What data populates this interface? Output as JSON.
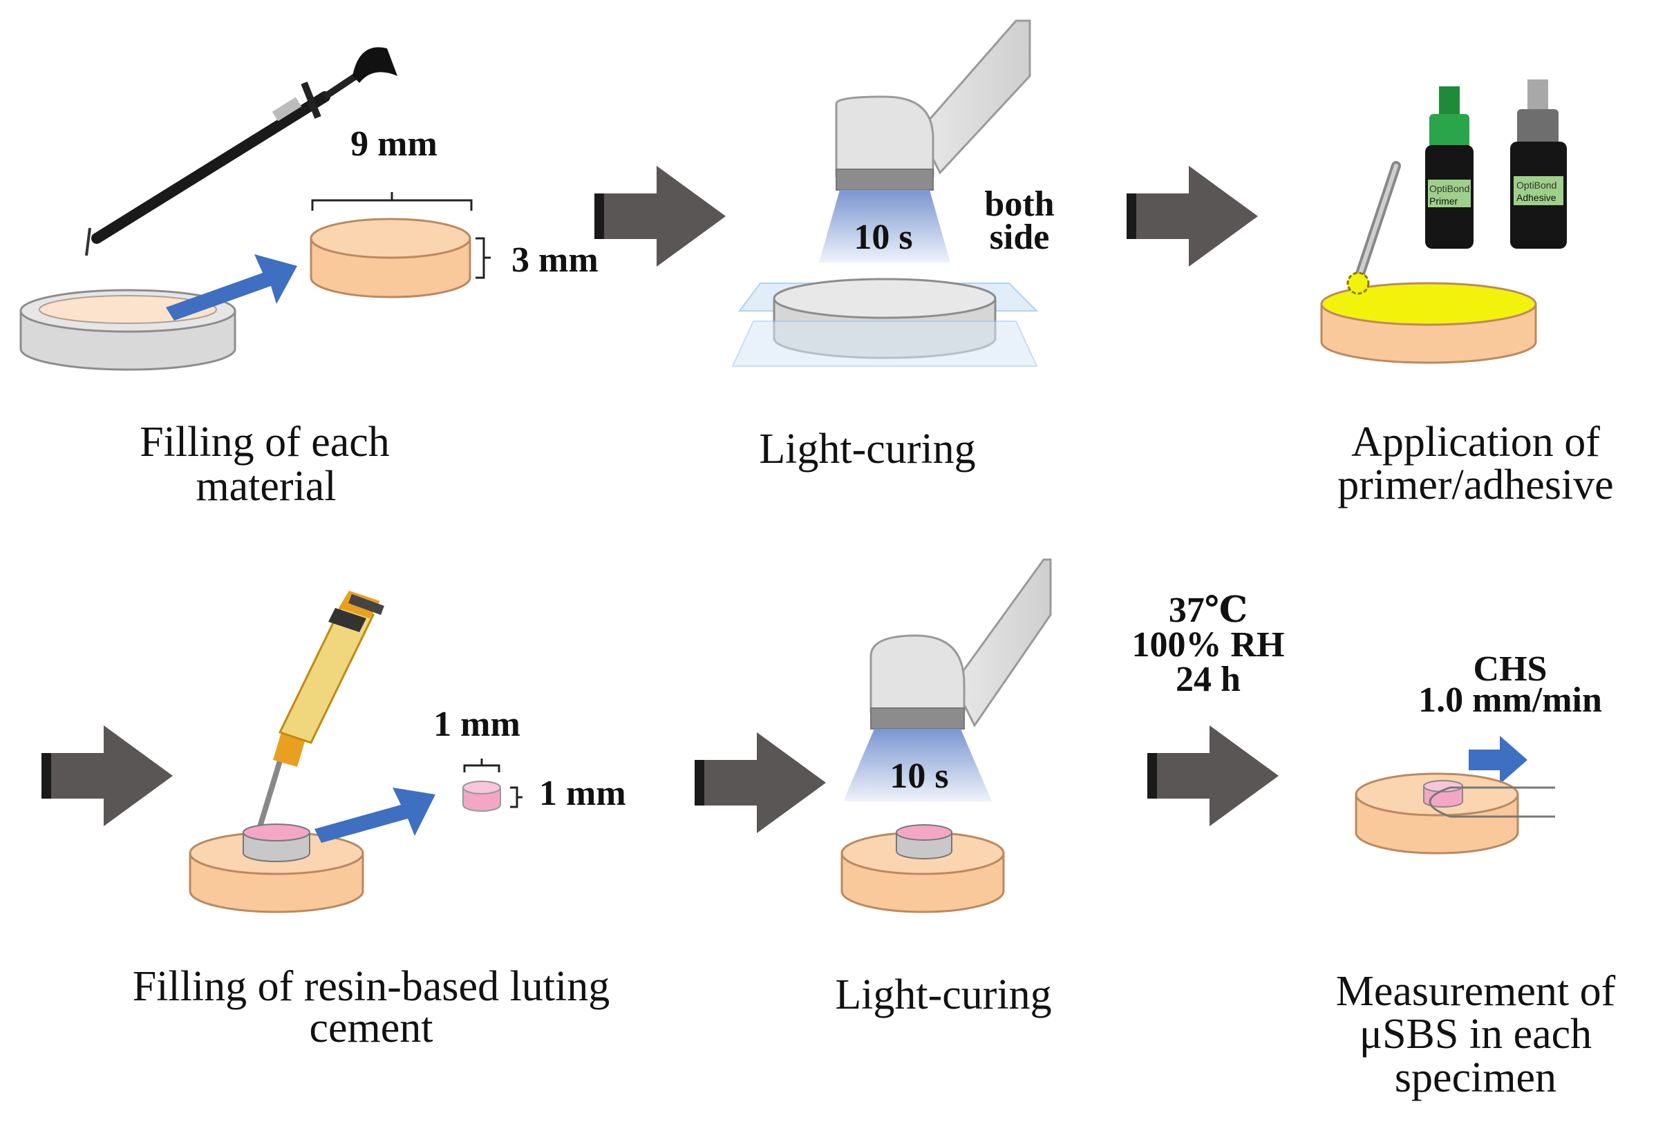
{
  "panels": {
    "filling": {
      "caption_line1": "Filling of each",
      "caption_line2": "material",
      "dim_width": "9 mm",
      "dim_height": "3 mm"
    },
    "light_curing_1": {
      "caption": "Light-curing",
      "time": "10 s",
      "note_line1": "both",
      "note_line2": "side"
    },
    "application": {
      "caption_line1": "Application of",
      "caption_line2": "primer/adhesive",
      "bottle1_brand": "OptiBond",
      "bottle1_label": "Primer",
      "bottle2_brand": "OptiBond",
      "bottle2_label": "Adhesive"
    },
    "cement": {
      "caption_line1": "Filling of resin-based luting",
      "caption_line2": "cement",
      "dim_width": "1 mm",
      "dim_height": "1 mm"
    },
    "light_curing_2": {
      "caption": "Light-curing",
      "time": "10 s"
    },
    "storage": {
      "line1": "37℃",
      "line2": "100% RH",
      "line3": "24 h"
    },
    "measurement": {
      "caption_line1": "Measurement of",
      "caption_line2": "μSBS in each",
      "caption_line3": "specimen",
      "chs_line1": "CHS",
      "chs_line2": "1.0 mm/min"
    }
  },
  "colors": {
    "specimen": "#f9c89b",
    "specimen_edge": "#b98a60",
    "mold": "#d9d9d9",
    "arrow_dark": "#5a5655",
    "arrow_blue": "#3f6fc0",
    "light_beam": "#8fa8d8",
    "cement": "#f4a6c6",
    "primer": "#f3f20a",
    "glass": "#d8e8f6"
  }
}
